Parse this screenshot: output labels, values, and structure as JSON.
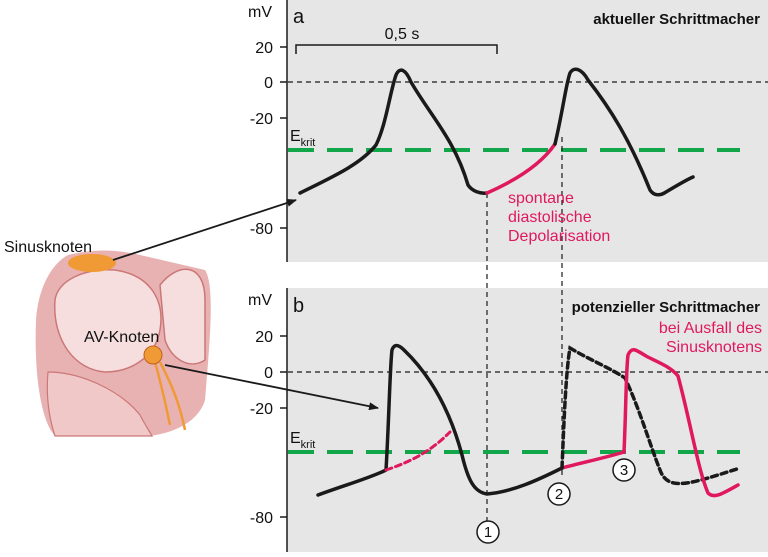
{
  "colors": {
    "panel_bg": "#e6e6e6",
    "curve": "#1a1a1a",
    "threshold": "#12a64a",
    "highlight": "#e0185e",
    "heart_outer": "#e9b2b2",
    "heart_inner": "#f6dede",
    "node": "#f09a35"
  },
  "unit": "mV",
  "threshold_label": {
    "main": "E",
    "sub": "krit"
  },
  "panel_a": {
    "letter": "a",
    "title": "aktueller Schrittmacher",
    "ticks": [
      "20",
      "0",
      "-20",
      "-80"
    ],
    "scale_label": "0,5 s",
    "annotation": [
      "spontane",
      "diastolische",
      "Depolarisation"
    ]
  },
  "panel_b": {
    "letter": "b",
    "title": "potenzieller Schrittmacher",
    "ticks": [
      "20",
      "0",
      "-20",
      "-80"
    ],
    "annotation": [
      "bei Ausfall des",
      "Sinusknotens"
    ],
    "markers": [
      "1",
      "2",
      "3"
    ]
  },
  "heart": {
    "sinus_label": "Sinusknoten",
    "av_label": "AV-Knoten"
  }
}
